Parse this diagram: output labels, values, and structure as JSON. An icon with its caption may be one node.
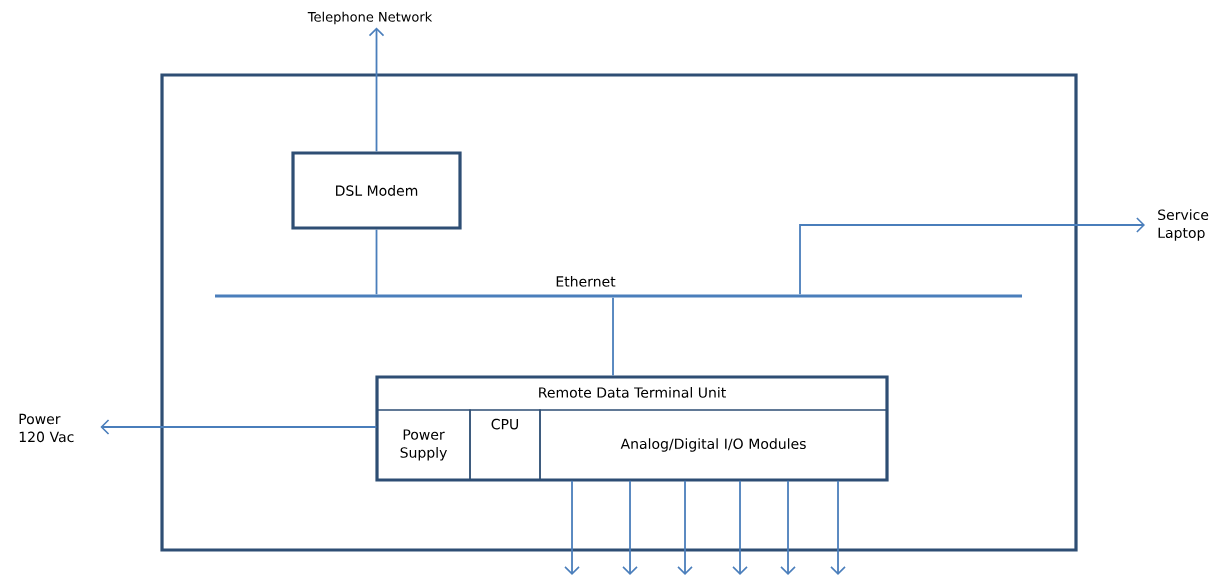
{
  "diagram": {
    "nodes": [
      {
        "text": [],
        "shape": "box"
      },
      {
        "text": [
          "Telephone Network"
        ]
      },
      {
        "text": [
          "DSL Modem"
        ],
        "in": 0
      },
      {
        "text": [
          "Ethernet"
        ],
        "in": 0
      },
      {
        "text": [
          "Remote Data Terminal Unit"
        ],
        "in": 0
      },
      {
        "text": [
          "Power Supply"
        ],
        "in": 4
      },
      {
        "text": [
          "CPU"
        ],
        "in": 4
      },
      {
        "text": [
          "Analog/Digital I/O Modules"
        ],
        "in": 4
      },
      {
        "text": [
          "Service Laptop"
        ]
      },
      {
        "text": [
          "Power 120 Vac"
        ]
      }
    ],
    "edges": [
      {
        "from": 2,
        "to": 1,
        "arrow": "to"
      },
      {
        "from": 2,
        "to": 3,
        "arrow": "none"
      },
      {
        "from": 3,
        "to": 8,
        "arrow": "to"
      },
      {
        "from": 3,
        "to": 4,
        "arrow": "none"
      },
      {
        "from": 5,
        "to": 9,
        "arrow": "to"
      },
      {
        "from": 7,
        "to": null,
        "arrow": "to"
      },
      {
        "from": 7,
        "to": null,
        "arrow": "to"
      },
      {
        "from": 7,
        "to": null,
        "arrow": "to"
      },
      {
        "from": 7,
        "to": null,
        "arrow": "to"
      },
      {
        "from": 7,
        "to": null,
        "arrow": "to"
      },
      {
        "from": 7,
        "to": null,
        "arrow": "to"
      }
    ]
  }
}
